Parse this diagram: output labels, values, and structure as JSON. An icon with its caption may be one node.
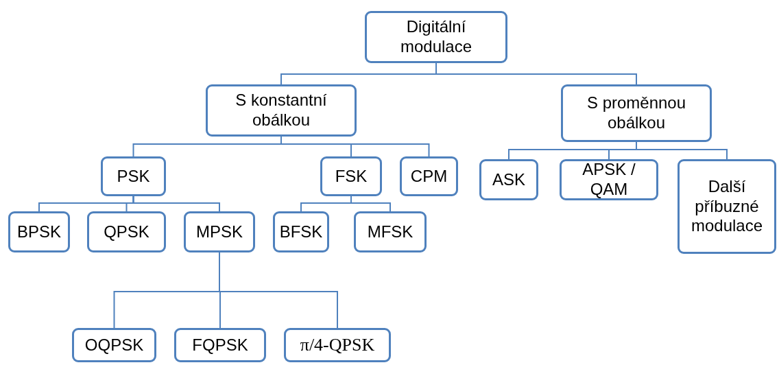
{
  "diagram": {
    "nodes": [
      {
        "text": [
          "Digitální modulace"
        ]
      },
      {
        "text": [
          "S konstantní obálkou"
        ]
      },
      {
        "text": [
          "S proměnnou obálkou"
        ]
      },
      {
        "text": [
          "PSK"
        ]
      },
      {
        "text": [
          "FSK"
        ]
      },
      {
        "text": [
          "CPM"
        ]
      },
      {
        "text": [
          "ASK"
        ]
      },
      {
        "text": [
          "APSK / QAM"
        ]
      },
      {
        "text": [
          "Další příbuzné modulace"
        ]
      },
      {
        "text": [
          "BPSK"
        ]
      },
      {
        "text": [
          "QPSK"
        ]
      },
      {
        "text": [
          "MPSK"
        ]
      },
      {
        "text": [
          "BFSK"
        ]
      },
      {
        "text": [
          "MFSK"
        ]
      },
      {
        "text": [
          "OQPSK"
        ]
      },
      {
        "text": [
          "FQPSK"
        ]
      },
      {
        "text": [
          "π/4-QPSK"
        ]
      }
    ],
    "edges": [
      {
        "from": 0,
        "to": 1,
        "arrow": "none"
      },
      {
        "from": 0,
        "to": 2,
        "arrow": "none"
      },
      {
        "from": 1,
        "to": 3,
        "arrow": "none"
      },
      {
        "from": 1,
        "to": 4,
        "arrow": "none"
      },
      {
        "from": 1,
        "to": 5,
        "arrow": "none"
      },
      {
        "from": 2,
        "to": 6,
        "arrow": "none"
      },
      {
        "from": 2,
        "to": 7,
        "arrow": "none"
      },
      {
        "from": 2,
        "to": 8,
        "arrow": "none"
      },
      {
        "from": 3,
        "to": 9,
        "arrow": "none"
      },
      {
        "from": 3,
        "to": 10,
        "arrow": "none"
      },
      {
        "from": 3,
        "to": 11,
        "arrow": "none"
      },
      {
        "from": 4,
        "to": 12,
        "arrow": "none"
      },
      {
        "from": 4,
        "to": 13,
        "arrow": "none"
      },
      {
        "from": 11,
        "to": 14,
        "arrow": "none"
      },
      {
        "from": 11,
        "to": 15,
        "arrow": "none"
      },
      {
        "from": 11,
        "to": 16,
        "arrow": "none"
      }
    ]
  }
}
